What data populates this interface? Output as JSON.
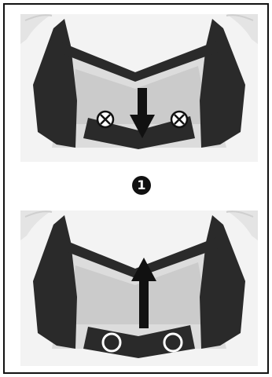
{
  "step": {
    "number": "1"
  },
  "figures": [
    {
      "action": "press-down",
      "markers": [
        "x-circle",
        "x-circle"
      ],
      "icon": "arrow-down-icon"
    },
    {
      "action": "pull-up",
      "markers": [
        "open-circle",
        "open-circle"
      ],
      "icon": "arrow-up-icon"
    }
  ],
  "colors": {
    "part": "#2a2a2a",
    "panel": "#f2f2f2",
    "shell": "#e6e6e6",
    "visor": "#d4d4d4"
  }
}
